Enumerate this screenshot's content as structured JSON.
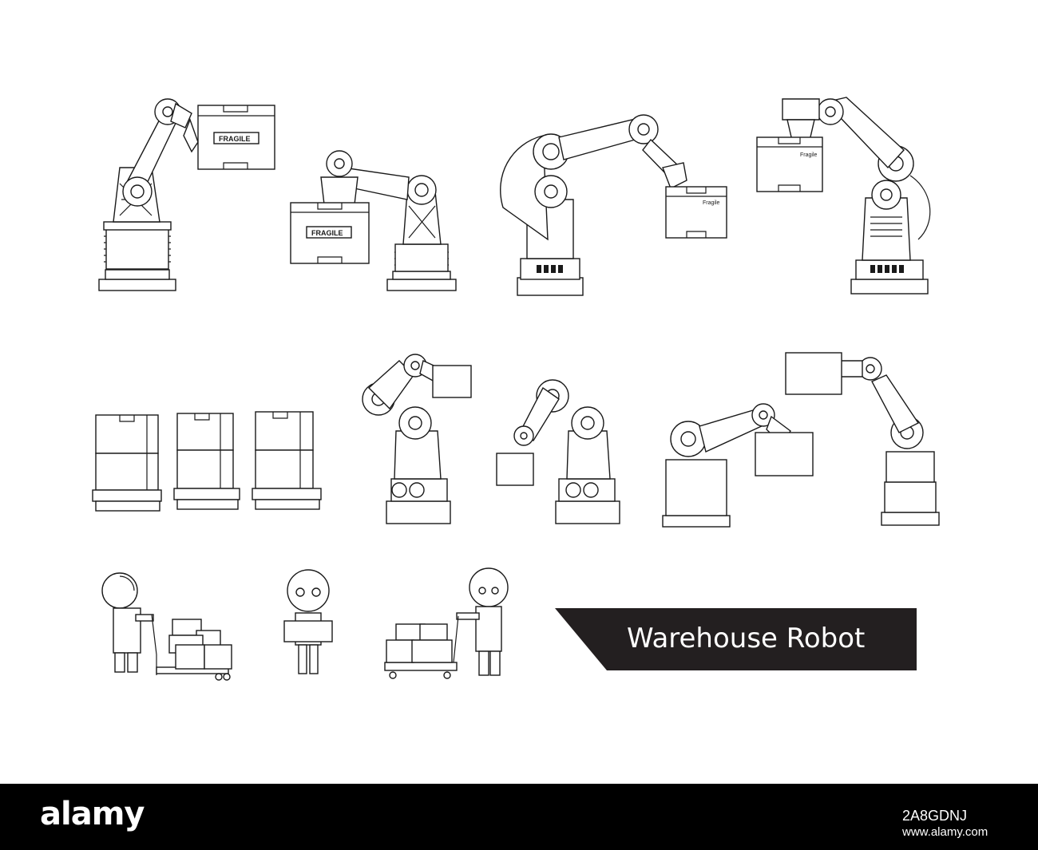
{
  "title": "Warehouse Robot",
  "box_labels": {
    "fragile_caps": "FRAGILE",
    "fragile_small": "Fragile"
  },
  "footer": {
    "brand": "alamy",
    "image_id": "2A8GDNJ",
    "url": "www.alamy.com"
  },
  "colors": {
    "background": "#ffffff",
    "line": "#1a1a1a",
    "banner": "#231f20",
    "footer": "#000000"
  }
}
